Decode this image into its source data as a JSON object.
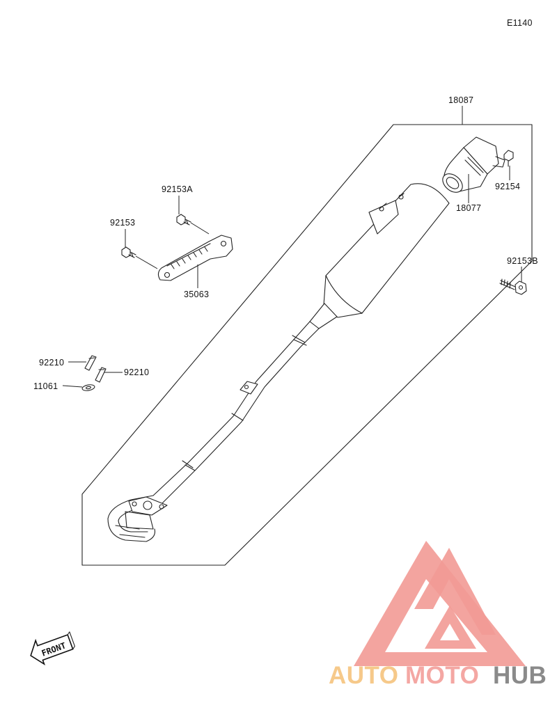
{
  "diagram_code": "E1140",
  "labels": {
    "p18087": "18087",
    "p18077": "18077",
    "p92154": "92154",
    "p92153A": "92153A",
    "p92153": "92153",
    "p35063": "35063",
    "p92153B": "92153B",
    "p92210a": "92210",
    "p92210b": "92210",
    "p11061": "11061"
  },
  "front_badge": "FRONT",
  "watermark": {
    "part1": "AUTO",
    "part2": "MOTO",
    "part3": "HUB",
    "colors": {
      "auto": "#f6c98a",
      "moto": "#f4a7a3",
      "hub": "#8a8a8a",
      "logo": "#f29a95"
    }
  }
}
